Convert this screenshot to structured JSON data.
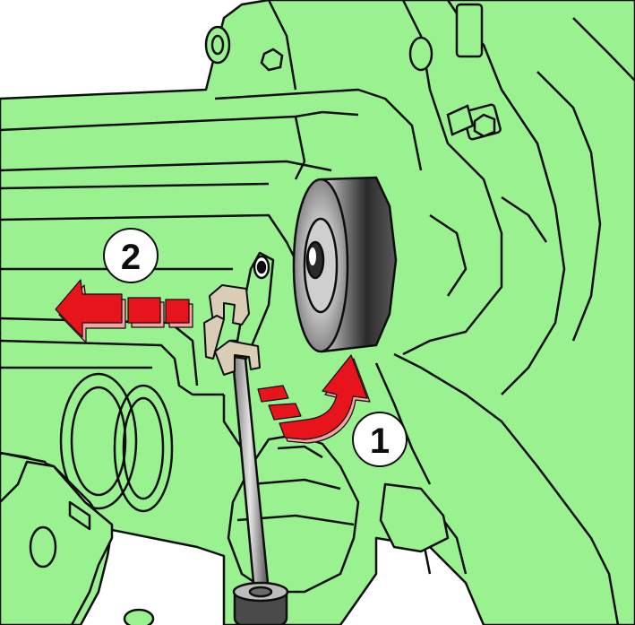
{
  "colors": {
    "housing": "#99f28f",
    "outline": "#0d0d0d",
    "arrow": "#e8141b",
    "arrow_shadow": "#f4a3a6",
    "clip": "#d9cdb6",
    "roller_dark": "#3a3a3a",
    "roller_light": "#e6e6e6",
    "background": "#ffffff"
  },
  "callouts": [
    {
      "number": "1",
      "meaning": "rotate"
    },
    {
      "number": "2",
      "meaning": "pull-out"
    }
  ],
  "icons": [
    "curved-arrow-icon",
    "straight-arrow-icon"
  ]
}
